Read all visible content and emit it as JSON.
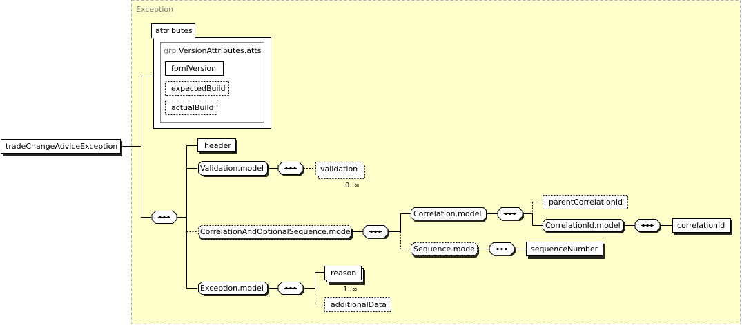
{
  "diagram": {
    "container_label": "Exception",
    "attributes_tab": "attributes",
    "group_prefix": "grp",
    "group_name": "VersionAttributes.atts",
    "attributes": [
      "fpmlVersion",
      "expectedBuild",
      "actualBuild"
    ],
    "root": "tradeChangeAdviceException",
    "header": "header",
    "validation_model": "Validation.model",
    "validation": "validation",
    "validation_card": "0..∞",
    "correlation_seq_model": "CorrelationAndOptionalSequence.model",
    "correlation_model": "Correlation.model",
    "parent_correlation_id": "parentCorrelationId",
    "correlation_id_model": "CorrelationId.model",
    "correlation_id": "correlationId",
    "sequence_model": "Sequence.model",
    "sequence_number": "sequenceNumber",
    "exception_model": "Exception.model",
    "reason": "reason",
    "reason_card": "1..∞",
    "additional_data": "additionalData"
  },
  "colors": {
    "container_fill": "#ffffcc",
    "container_border": "#aaaaaa",
    "container_label": "#777777"
  }
}
